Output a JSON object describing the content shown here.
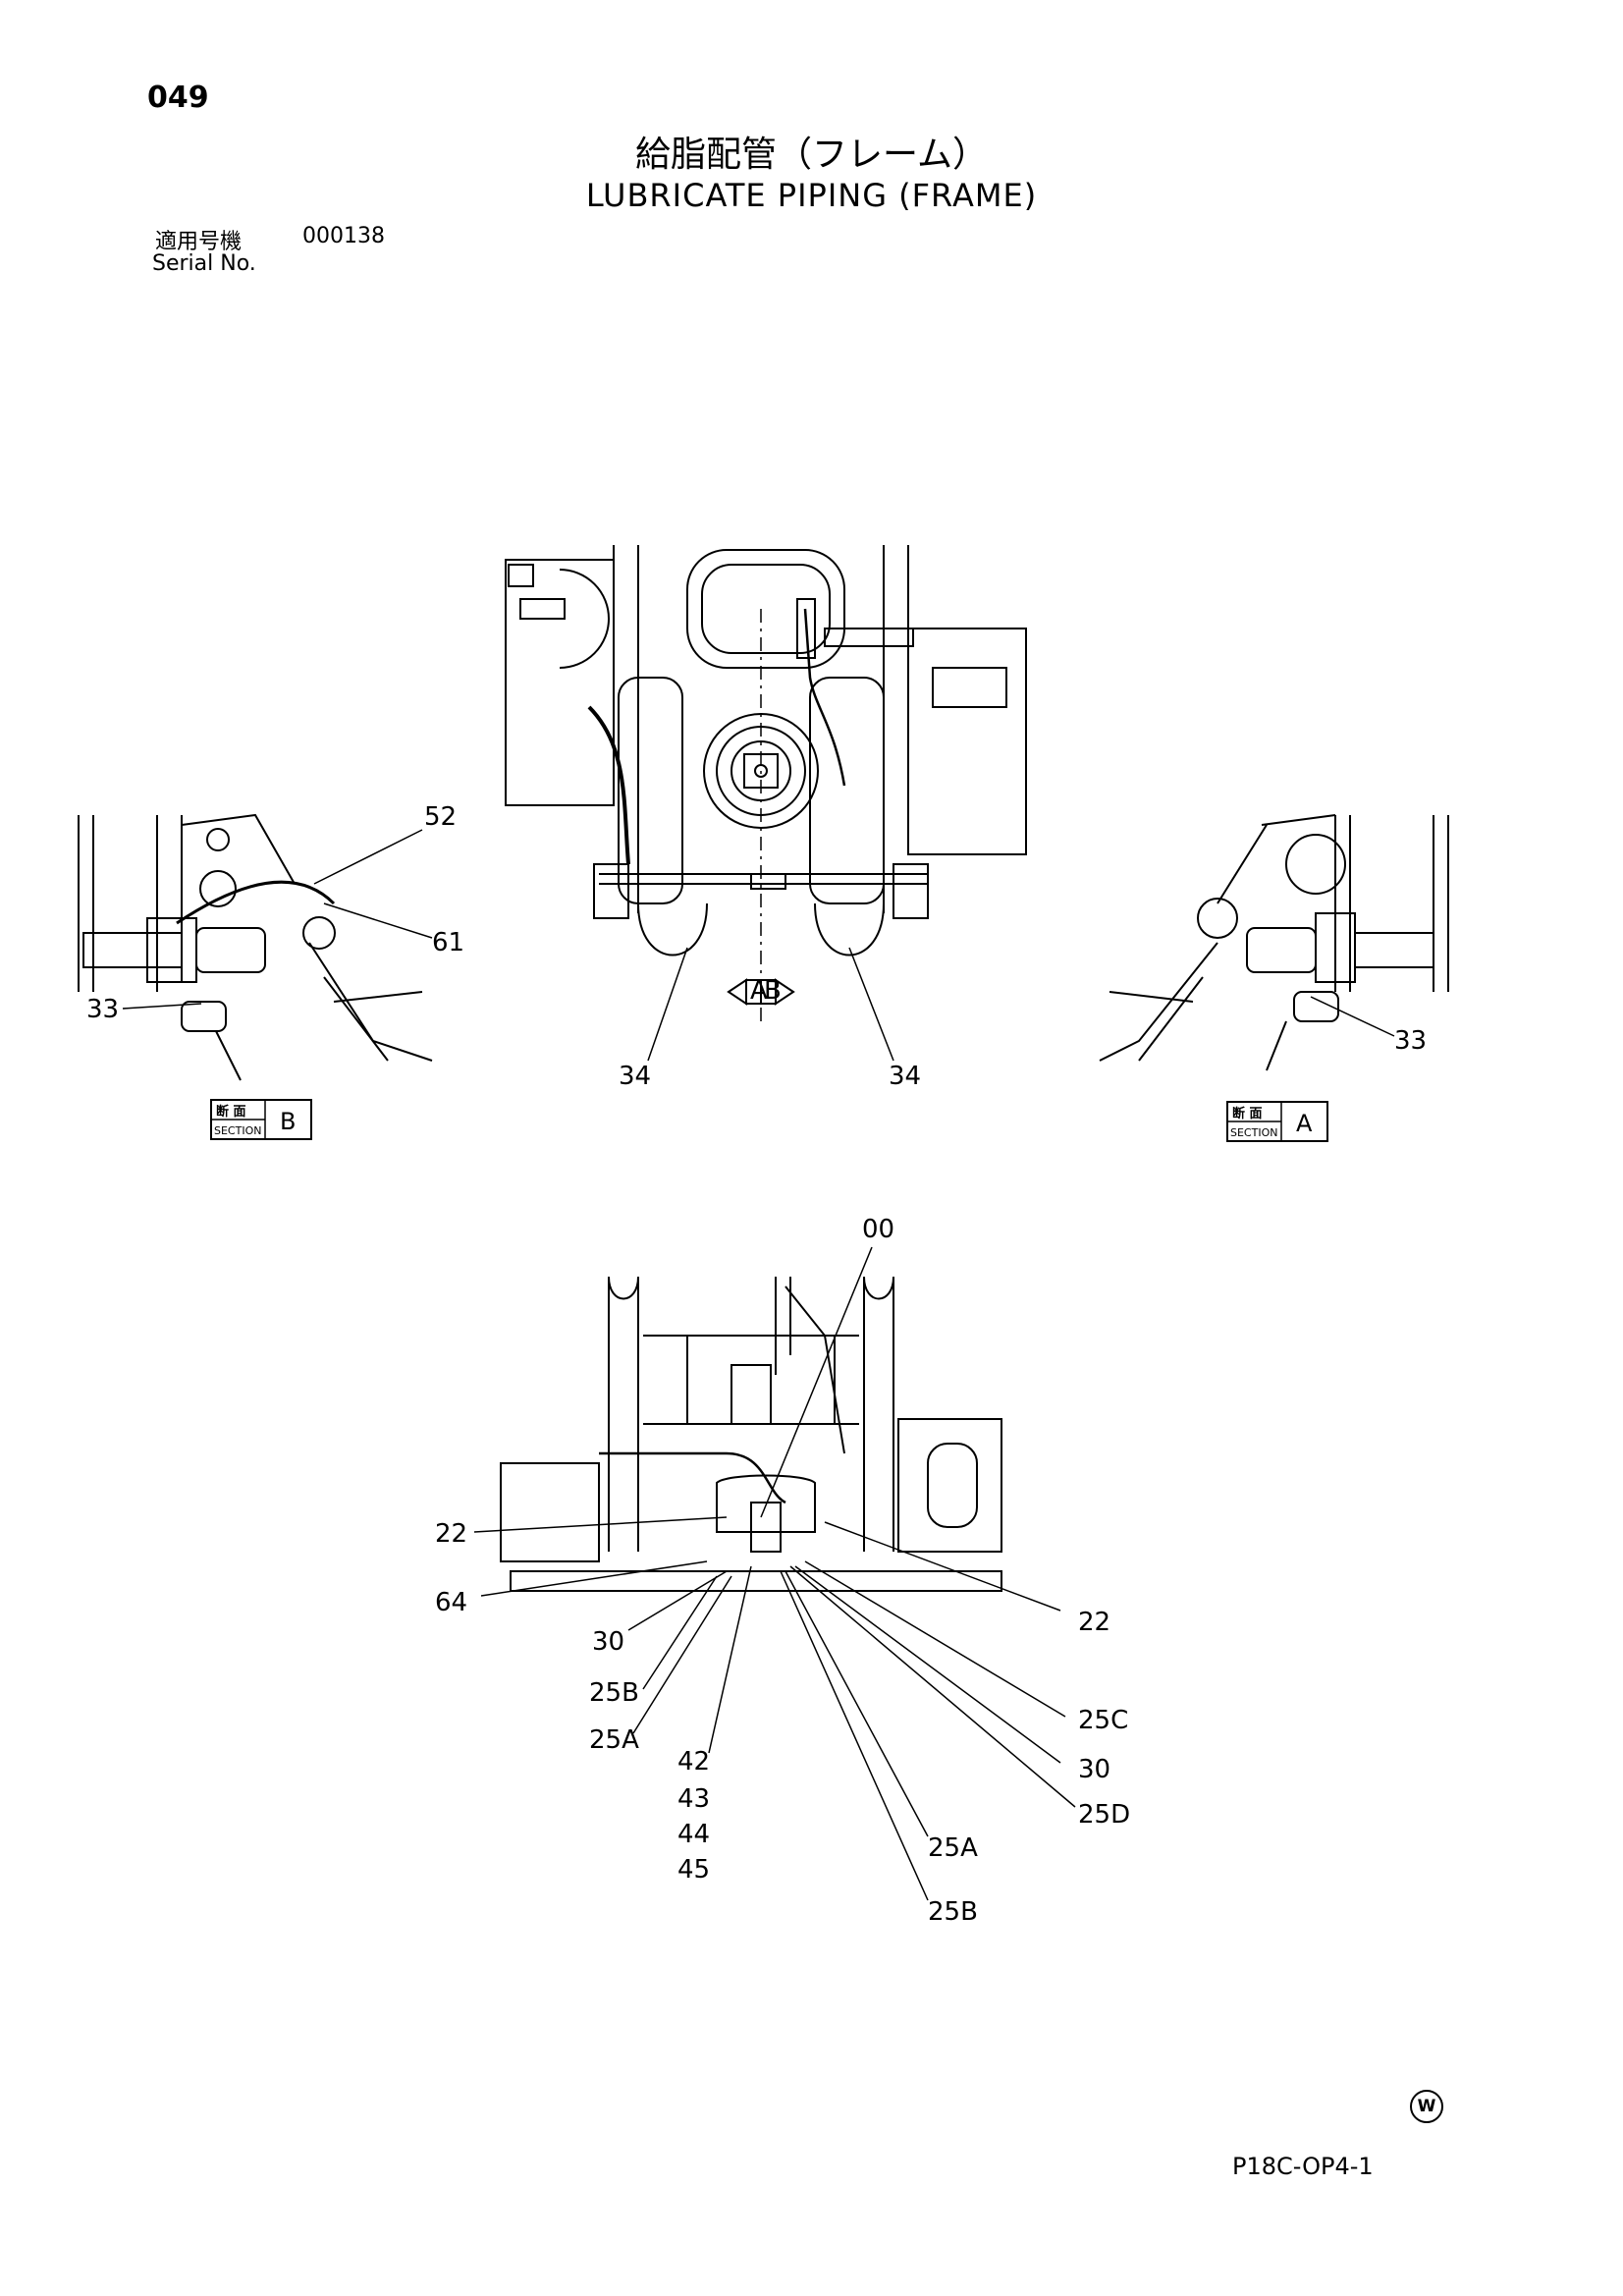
{
  "header": {
    "page_number": "049",
    "title_jp": "給脂配管（フレーム）",
    "title_en": "LUBRICATE PIPING (FRAME)",
    "serial_label_jp": "適用号機",
    "serial_label_en": "Serial No.",
    "serial_value": "000138"
  },
  "callouts": {
    "c52": "52",
    "c61": "61",
    "c33_left": "33",
    "c33_right": "33",
    "c34_left": "34",
    "c34_right": "34",
    "c00": "00",
    "c22_left": "22",
    "c22_right": "22",
    "c64": "64",
    "c30_left": "30",
    "c25B_left": "25B",
    "c25A_left": "25A",
    "c42": "42",
    "c43": "43",
    "c44": "44",
    "c45": "45",
    "c25C": "25C",
    "c30_right": "30",
    "c25D": "25D",
    "c25A_right": "25A",
    "c25B_right": "25B"
  },
  "section_tags": {
    "b": {
      "jp": "断 面",
      "en": "SECTION",
      "letter": "B"
    },
    "a": {
      "jp": "断 面",
      "en": "SECTION",
      "letter": "A"
    }
  },
  "view_arrow": {
    "left": "A",
    "right": "B"
  },
  "footer": {
    "code": "P18C-OP4-1",
    "mark": "W"
  }
}
